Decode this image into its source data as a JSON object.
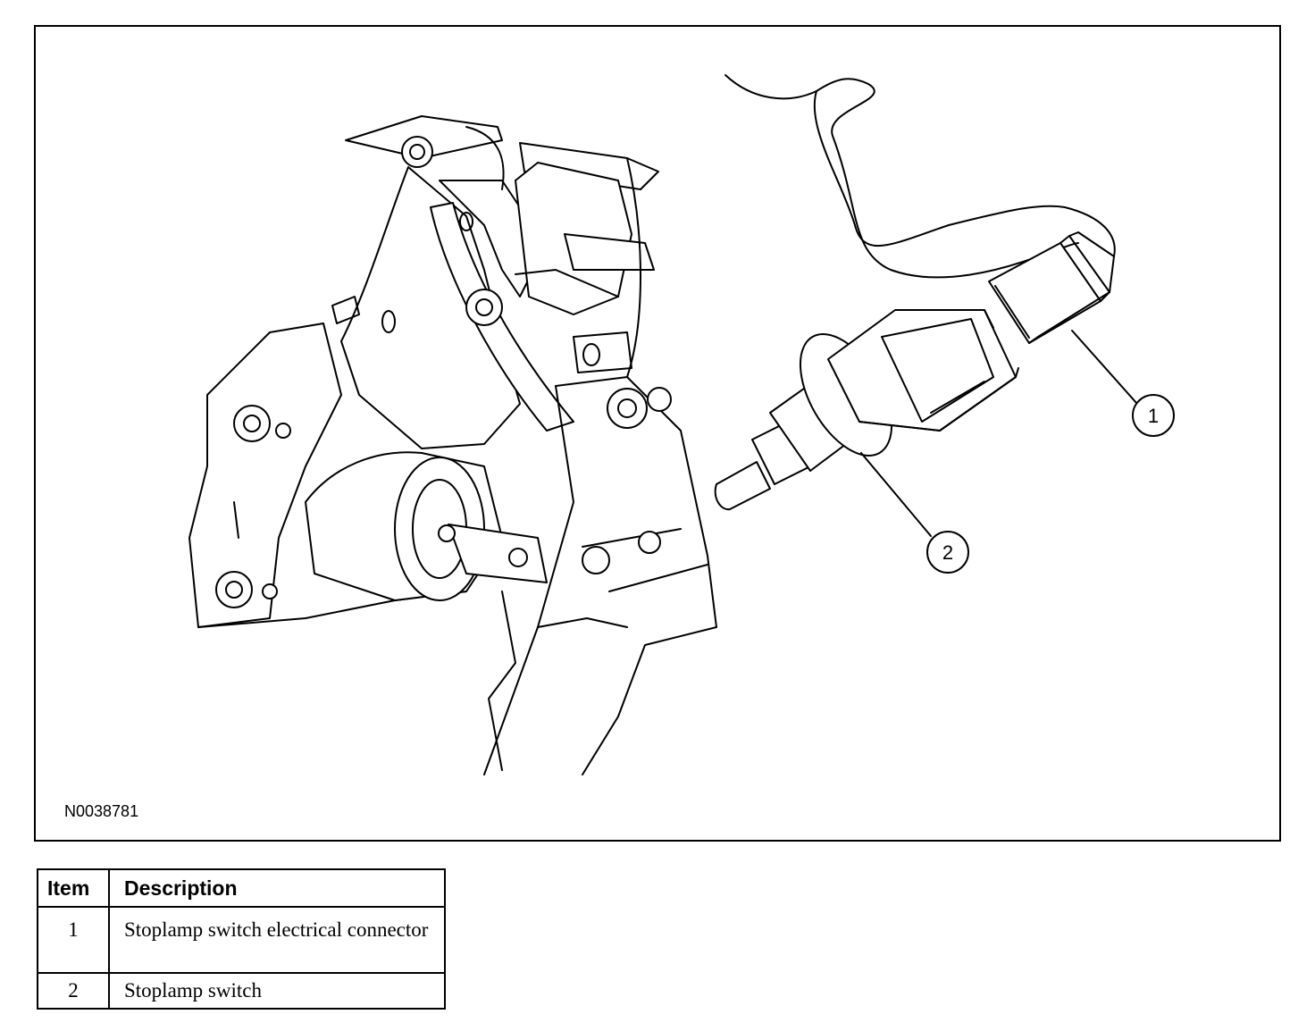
{
  "figure": {
    "id": "N0038781",
    "callouts": [
      {
        "number": "1",
        "target": "stoplamp-switch-electrical-connector"
      },
      {
        "number": "2",
        "target": "stoplamp-switch"
      }
    ]
  },
  "legend": {
    "headers": {
      "item": "Item",
      "description": "Description"
    },
    "rows": [
      {
        "item": "1",
        "description": "Stoplamp switch electrical connector"
      },
      {
        "item": "2",
        "description": "Stoplamp switch"
      }
    ]
  }
}
